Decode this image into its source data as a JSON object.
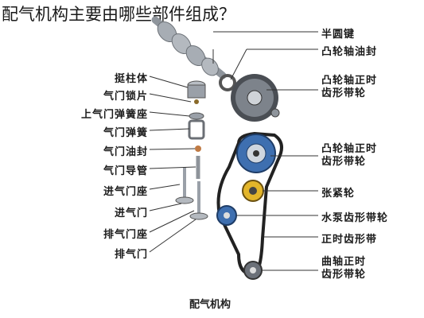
{
  "question": "配气机构主要由哪些部件组成？",
  "left_labels": [
    "挺柱体",
    "气门锁片",
    "上气门弹簧座",
    "气门弹簧",
    "气门油封",
    "气门导管",
    "进气门座",
    "进气门",
    "排气门座",
    "排气门"
  ],
  "right_labels": {
    "half_round_key": "半圆键",
    "camshaft_oil_seal": "凸轮轴油封",
    "camshaft_belt_wheel_1": [
      "凸轮轴正时",
      "齿形带轮"
    ],
    "camshaft_belt_wheel_2": [
      "凸轮轴正时",
      "齿形带轮"
    ],
    "tensioner": "张紧轮",
    "water_pump_wheel": "水泵齿形带轮",
    "timing_belt": "正时齿形带",
    "crank_belt_wheel": [
      "曲轴正时",
      "齿形带轮"
    ]
  },
  "caption": "配气机构",
  "colors": {
    "pulley_blue": "#3e6fb0",
    "belt": "#222222",
    "steel": "#9aa0a8",
    "tensioner_yellow": "#e3b52a"
  }
}
